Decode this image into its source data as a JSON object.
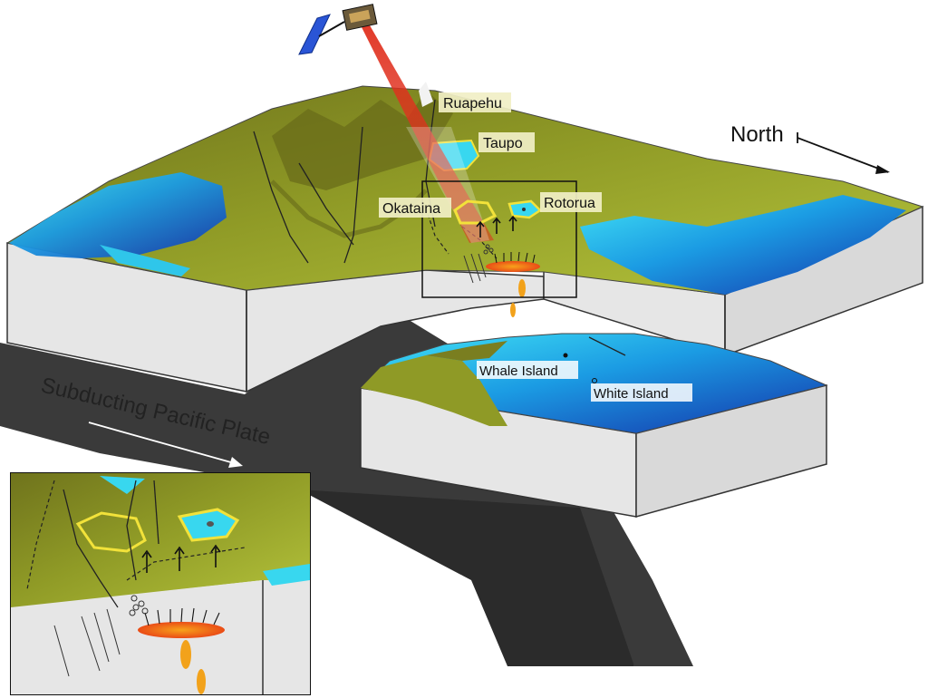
{
  "labels": {
    "ruapehu": "Ruapehu",
    "taupo": "Taupo",
    "okataina": "Okataina",
    "rotorua": "Rotorua",
    "north": "North",
    "whale_island": "Whale Island",
    "white_island": "White Island",
    "plate": "Subducting Pacific Plate"
  },
  "colors": {
    "land_high": "#7a7a1e",
    "land_mid": "#9aa52a",
    "land_low": "#b3c23a",
    "water_shallow": "#33d6f0",
    "water_deep": "#1638b8",
    "crust_wall": "#e6e6e6",
    "slab": "#3a3a3a",
    "magma": "#f26a1b",
    "caldera_outline": "#f2e23a",
    "satellite_beam": "#e0301e"
  }
}
